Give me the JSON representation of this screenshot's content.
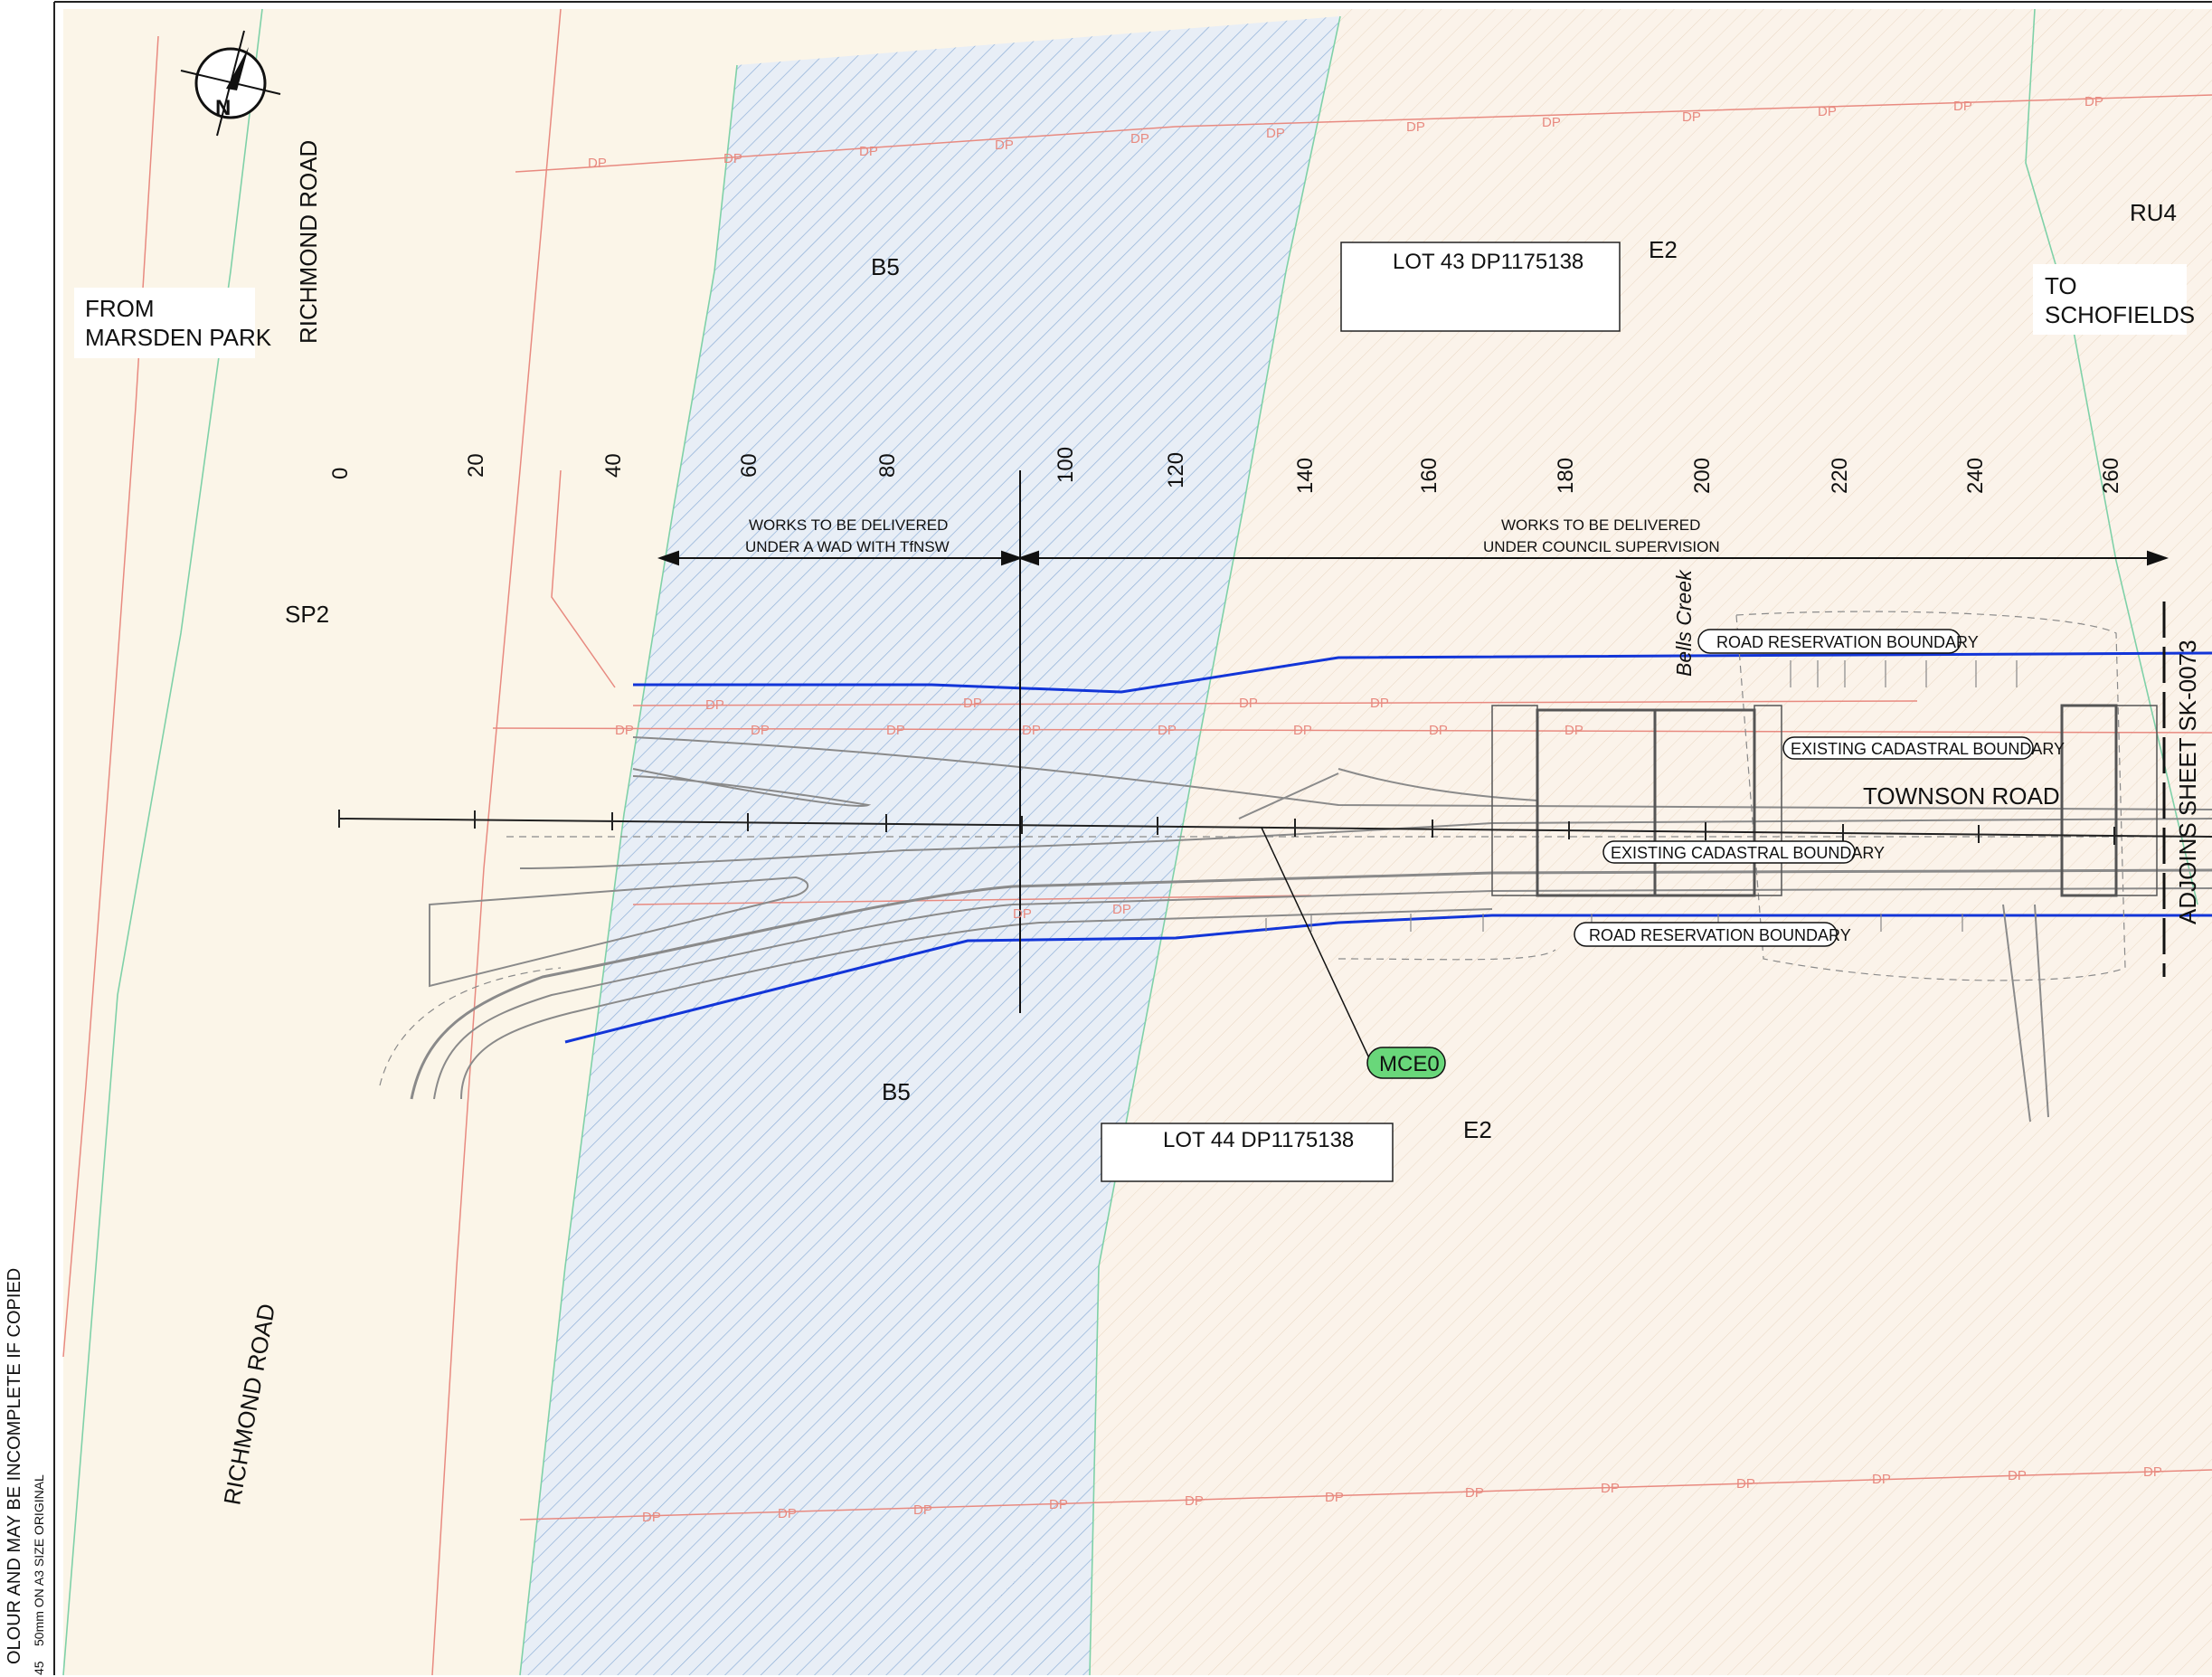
{
  "zones": {
    "b5_top": "B5",
    "b5_bottom": "B5",
    "e2_top": "E2",
    "e2_bottom": "E2",
    "sp2": "SP2",
    "ru4": "RU4"
  },
  "lots": {
    "lot43": "LOT 43 DP1175138",
    "lot44": "LOT 44 DP1175138"
  },
  "roads": {
    "richmond_top": "RICHMOND ROAD",
    "richmond_bottom": "RICHMOND ROAD",
    "townson": "TOWNSON ROAD"
  },
  "places": {
    "from_line1": "FROM",
    "from_line2": "MARSDEN PARK",
    "to_line1": "TO",
    "to_line2": "SCHOFIELDS",
    "creek": "Bells Creek"
  },
  "chainages": [
    "0",
    "20",
    "40",
    "60",
    "80",
    "100",
    "120",
    "140",
    "160",
    "180",
    "200",
    "220",
    "240",
    "260"
  ],
  "works": {
    "wad_line1": "WORKS TO BE DELIVERED",
    "wad_line2": "UNDER A WAD WITH TfNSW",
    "council_line1": "WORKS TO BE DELIVERED",
    "council_line2": "UNDER COUNCIL SUPERVISION"
  },
  "tags": {
    "road_res_top": "ROAD RESERVATION BOUNDARY",
    "road_res_bottom": "ROAD RESERVATION BOUNDARY",
    "cadastral_top": "EXISTING CADASTRAL BOUNDARY",
    "cadastral_mid": "EXISTING CADASTRAL BOUNDARY",
    "mce": "MCE0"
  },
  "dp_label": "DP",
  "adjoins": "ADJOINS SHEET SK-0073",
  "north_label": "N",
  "side_note": {
    "copy_note": "OLOUR AND MAY BE INCOMPLETE IF COPIED",
    "scale_note": "50mm ON A3 SIZE ORIGINAL",
    "scale_value": "45"
  },
  "colors": {
    "boundary_blue": "#1235d8",
    "dp_red": "#e88a80",
    "hatch_blue": "#8fb0d8",
    "cadastral_green": "#7fd1a8",
    "mce_fill": "#69d77a"
  }
}
